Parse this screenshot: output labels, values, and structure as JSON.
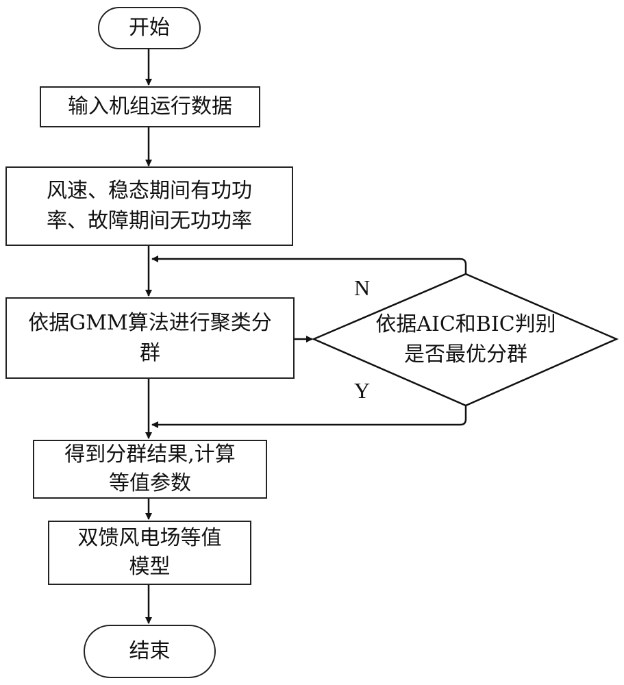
{
  "diagram": {
    "type": "flowchart",
    "nodes": {
      "start": "开始",
      "input": "输入机组运行数据",
      "features": "风速、稳态期间有功功率、故障期间无功功率",
      "cluster": "依据GMM算法进行聚类分群",
      "decision": "依据AIC和BIC判别是否最优分群",
      "result": "得到分群结果，计算等值参数",
      "model": "双馈风电场等值模型",
      "end": "结束"
    },
    "display": {
      "start": "开始",
      "input": "输入机组运行数据",
      "features_l1": "风速、稳态期间有功功",
      "features_l2": "率、故障期间无功功率",
      "cluster_l1": "依据GMM算法进行聚类分",
      "cluster_l2": "群",
      "decision_l1": "依据AIC和BIC判别",
      "decision_l2": "是否最优分群",
      "result_l1": "得到分群结果,计算",
      "result_l2": "等值参数",
      "model_l1": "双馈风电场等值",
      "model_l2": "模型",
      "end": "结束"
    },
    "edge_labels": {
      "no": "N",
      "yes": "Y"
    },
    "edges": [
      [
        "start",
        "input"
      ],
      [
        "input",
        "features"
      ],
      [
        "features",
        "cluster"
      ],
      [
        "cluster",
        "decision"
      ],
      [
        "decision",
        "cluster",
        "N"
      ],
      [
        "decision",
        "result",
        "Y"
      ],
      [
        "result",
        "model"
      ],
      [
        "model",
        "end"
      ]
    ]
  }
}
